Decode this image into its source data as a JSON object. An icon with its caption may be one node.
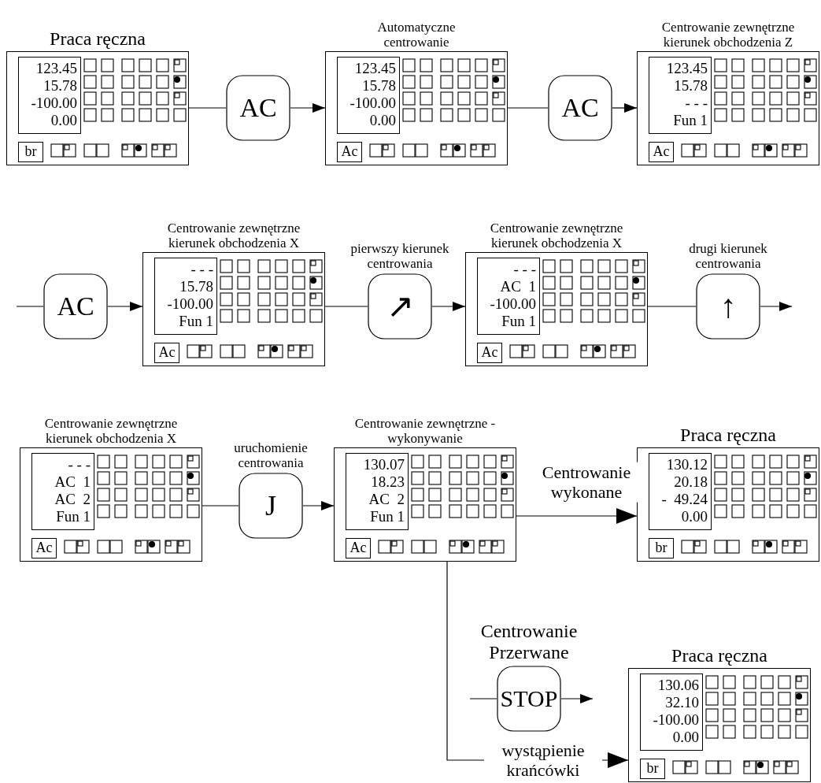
{
  "diagram": {
    "nodes": [
      {
        "text": [
          "Praca ręczna"
        ]
      },
      {
        "text": [
          "123.45",
          "15.78",
          "-100.00",
          "0.00"
        ],
        "in": 0
      },
      {
        "text": [
          "br"
        ],
        "in": 0
      },
      {
        "text": [
          "AC"
        ]
      },
      {
        "text": [
          "Automatyczne centrowanie"
        ]
      },
      {
        "text": [
          "123.45",
          "15.78",
          "-100.00",
          "0.00"
        ],
        "in": 4
      },
      {
        "text": [
          "Ac"
        ],
        "in": 4
      },
      {
        "text": [
          "AC"
        ]
      },
      {
        "text": [
          "Centrowanie zewnętrzne kierunek obchodzenia Z"
        ]
      },
      {
        "text": [
          "123.45",
          "15.78",
          "- - -",
          "Fun 1"
        ],
        "in": 8
      },
      {
        "text": [
          "Ac"
        ],
        "in": 8
      },
      {
        "text": [
          "AC"
        ]
      },
      {
        "text": [
          "Centrowanie zewnętrzne kierunek obchodzenia X"
        ]
      },
      {
        "text": [
          "- - -",
          "15.78",
          "-100.00",
          "Fun 1"
        ],
        "in": 12
      },
      {
        "text": [
          "Ac"
        ],
        "in": 12
      },
      {
        "text": [
          "pierwszy kierunek centrowania",
          "↗"
        ]
      },
      {
        "text": [
          "Centrowanie zewnętrzne kierunek obchodzenia X"
        ]
      },
      {
        "text": [
          "- - -",
          "AC  1",
          "-100.00",
          "Fun 1"
        ],
        "in": 16
      },
      {
        "text": [
          "Ac"
        ],
        "in": 16
      },
      {
        "text": [
          "drugi kierunek centrowania",
          "↑"
        ]
      },
      {
        "text": [
          "Centrowanie zewnętrzne kierunek obchodzenia X"
        ]
      },
      {
        "text": [
          "- - -",
          "AC  1",
          "AC  2",
          "Fun 1"
        ],
        "in": 20
      },
      {
        "text": [
          "Ac"
        ],
        "in": 20
      },
      {
        "text": [
          "uruchomienie centrowania",
          "J"
        ]
      },
      {
        "text": [
          "Centrowanie zewnętrzne - wykonywanie"
        ]
      },
      {
        "text": [
          "130.07",
          "18.23",
          "AC  2",
          "Fun 1"
        ],
        "in": 24
      },
      {
        "text": [
          "Ac"
        ],
        "in": 24
      },
      {
        "text": [
          "Praca ręczna"
        ]
      },
      {
        "text": [
          "130.12",
          "20.18",
          "-  49.24",
          "0.00"
        ],
        "in": 27
      },
      {
        "text": [
          "br"
        ],
        "in": 27
      },
      {
        "text": [
          "Centrowanie Przerwane",
          "STOP"
        ]
      },
      {
        "text": [
          "Praca ręczna"
        ]
      },
      {
        "text": [
          "130.06",
          "32.10",
          "-100.00",
          "0.00"
        ],
        "in": 31
      },
      {
        "text": [
          "br"
        ],
        "in": 31
      }
    ],
    "edges": [
      {
        "from": 0,
        "to": 3,
        "arrow": "none"
      },
      {
        "from": 3,
        "to": 4,
        "arrow": "to"
      },
      {
        "from": 4,
        "to": 7,
        "arrow": "none"
      },
      {
        "from": 7,
        "to": 8,
        "arrow": "to"
      },
      {
        "from": null,
        "to": 11,
        "arrow": "none"
      },
      {
        "from": 11,
        "to": 12,
        "arrow": "to"
      },
      {
        "from": 12,
        "to": 15,
        "arrow": "none"
      },
      {
        "from": 15,
        "to": 16,
        "arrow": "to"
      },
      {
        "from": 16,
        "to": 19,
        "arrow": "none"
      },
      {
        "from": 19,
        "to": null,
        "arrow": "to"
      },
      {
        "from": 20,
        "to": 23,
        "arrow": "none"
      },
      {
        "from": 23,
        "to": 24,
        "arrow": "to"
      },
      {
        "from": 24,
        "to": 27,
        "arrow": "to",
        "label": "Centrowanie wykonane"
      },
      {
        "from": null,
        "to": 30,
        "arrow": "none"
      },
      {
        "from": 30,
        "to": null,
        "arrow": "to"
      },
      {
        "from": 24,
        "to": 31,
        "arrow": "to",
        "label": "wystąpienie krańcówki"
      }
    ]
  }
}
